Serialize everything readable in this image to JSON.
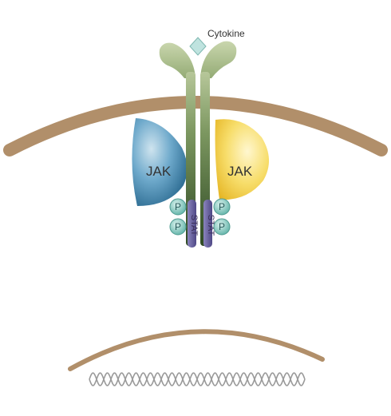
{
  "labels": {
    "cytokine": "Cytokine",
    "jak_left": "JAK",
    "jak_right": "JAK",
    "phospho": [
      "P",
      "P",
      "P",
      "P"
    ],
    "stat_left": "STAT",
    "stat_right": "STAT"
  },
  "colors": {
    "cell_membrane": "#a9835a",
    "nuclear_membrane": "#a9835a",
    "receptor_top": "#b7c79a",
    "receptor_bottom": "#3e5a2e",
    "cytokine": "#bfe3df",
    "jak_left": "#3f86b0",
    "jak_right": "#f2cc3c",
    "phospho": "#7cc7bd",
    "stat": "#6a62a0",
    "dna": "#9a9a9a"
  },
  "icons": {
    "cytokine": "diamond",
    "dna": "double-helix"
  }
}
